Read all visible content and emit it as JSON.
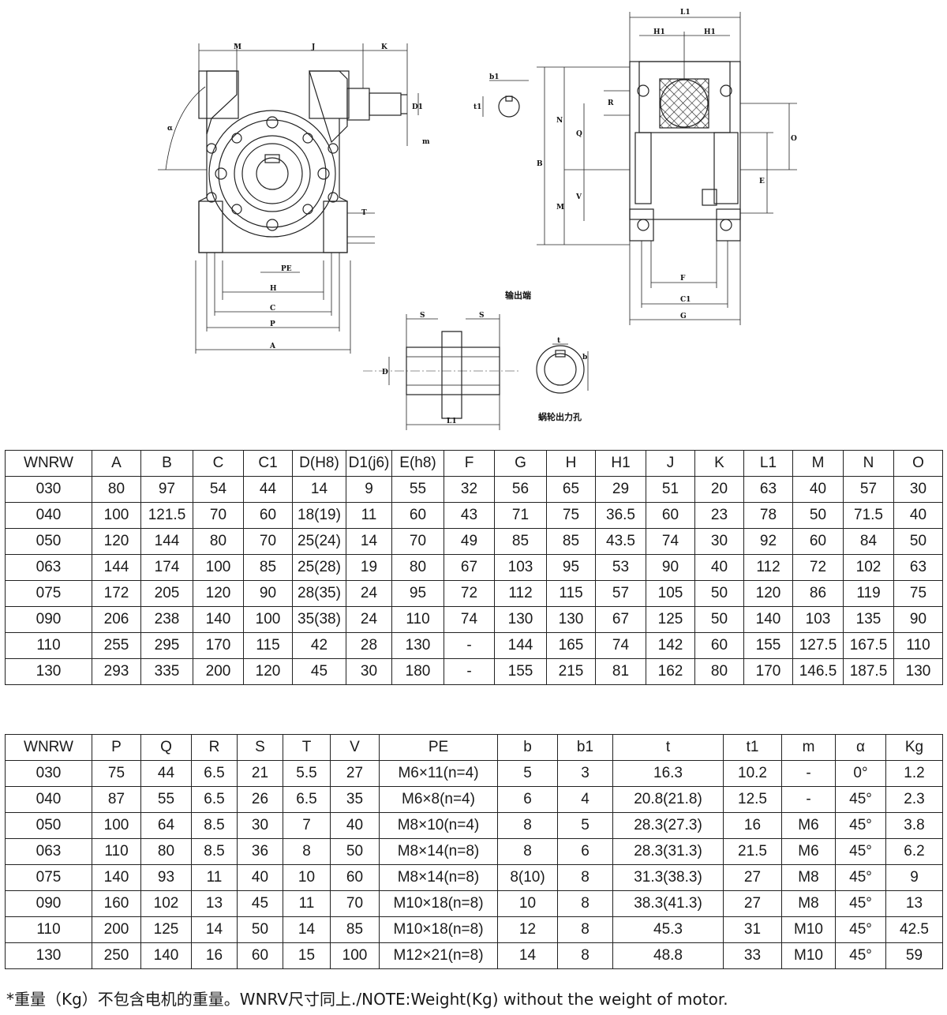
{
  "drawing": {
    "labels": {
      "M": "M",
      "J": "J",
      "K": "K",
      "D1": "D1",
      "m": "m",
      "alpha": "α",
      "T": "T",
      "PE": "PE",
      "H": "H",
      "C": "C",
      "P": "P",
      "A": "A",
      "b1": "b1",
      "t1": "t1",
      "L1": "L1",
      "H1a": "H1",
      "H1b": "H1",
      "R": "R",
      "N": "N",
      "Q": "Q",
      "B": "B",
      "V": "V",
      "M2": "M",
      "O": "O",
      "E": "E",
      "F": "F",
      "C1": "C1",
      "G": "G",
      "S1": "S",
      "S2": "S",
      "D": "D",
      "L1b": "L1",
      "t": "t",
      "b": "b"
    },
    "output_end_title": "输出端",
    "worm_hole_title": "蜗轮出力孔"
  },
  "table1": {
    "headers": [
      "WNRW",
      "A",
      "B",
      "C",
      "C1",
      "D(H8)",
      "D1(j6)",
      "E(h8)",
      "F",
      "G",
      "H",
      "H1",
      "J",
      "K",
      "L1",
      "M",
      "N",
      "O"
    ],
    "rows": [
      [
        "030",
        "80",
        "97",
        "54",
        "44",
        "14",
        "9",
        "55",
        "32",
        "56",
        "65",
        "29",
        "51",
        "20",
        "63",
        "40",
        "57",
        "30"
      ],
      [
        "040",
        "100",
        "121.5",
        "70",
        "60",
        "18(19)",
        "11",
        "60",
        "43",
        "71",
        "75",
        "36.5",
        "60",
        "23",
        "78",
        "50",
        "71.5",
        "40"
      ],
      [
        "050",
        "120",
        "144",
        "80",
        "70",
        "25(24)",
        "14",
        "70",
        "49",
        "85",
        "85",
        "43.5",
        "74",
        "30",
        "92",
        "60",
        "84",
        "50"
      ],
      [
        "063",
        "144",
        "174",
        "100",
        "85",
        "25(28)",
        "19",
        "80",
        "67",
        "103",
        "95",
        "53",
        "90",
        "40",
        "112",
        "72",
        "102",
        "63"
      ],
      [
        "075",
        "172",
        "205",
        "120",
        "90",
        "28(35)",
        "24",
        "95",
        "72",
        "112",
        "115",
        "57",
        "105",
        "50",
        "120",
        "86",
        "119",
        "75"
      ],
      [
        "090",
        "206",
        "238",
        "140",
        "100",
        "35(38)",
        "24",
        "110",
        "74",
        "130",
        "130",
        "67",
        "125",
        "50",
        "140",
        "103",
        "135",
        "90"
      ],
      [
        "110",
        "255",
        "295",
        "170",
        "115",
        "42",
        "28",
        "130",
        "-",
        "144",
        "165",
        "74",
        "142",
        "60",
        "155",
        "127.5",
        "167.5",
        "110"
      ],
      [
        "130",
        "293",
        "335",
        "200",
        "120",
        "45",
        "30",
        "180",
        "-",
        "155",
        "215",
        "81",
        "162",
        "80",
        "170",
        "146.5",
        "187.5",
        "130"
      ]
    ]
  },
  "table2": {
    "headers": [
      "WNRW",
      "P",
      "Q",
      "R",
      "S",
      "T",
      "V",
      "PE",
      "b",
      "b1",
      "t",
      "t1",
      "m",
      "α",
      "Kg"
    ],
    "rows": [
      [
        "030",
        "75",
        "44",
        "6.5",
        "21",
        "5.5",
        "27",
        "M6×11(n=4)",
        "5",
        "3",
        "16.3",
        "10.2",
        "-",
        "0°",
        "1.2"
      ],
      [
        "040",
        "87",
        "55",
        "6.5",
        "26",
        "6.5",
        "35",
        "M6×8(n=4)",
        "6",
        "4",
        "20.8(21.8)",
        "12.5",
        "-",
        "45°",
        "2.3"
      ],
      [
        "050",
        "100",
        "64",
        "8.5",
        "30",
        "7",
        "40",
        "M8×10(n=4)",
        "8",
        "5",
        "28.3(27.3)",
        "16",
        "M6",
        "45°",
        "3.8"
      ],
      [
        "063",
        "110",
        "80",
        "8.5",
        "36",
        "8",
        "50",
        "M8×14(n=8)",
        "8",
        "6",
        "28.3(31.3)",
        "21.5",
        "M6",
        "45°",
        "6.2"
      ],
      [
        "075",
        "140",
        "93",
        "11",
        "40",
        "10",
        "60",
        "M8×14(n=8)",
        "8(10)",
        "8",
        "31.3(38.3)",
        "27",
        "M8",
        "45°",
        "9"
      ],
      [
        "090",
        "160",
        "102",
        "13",
        "45",
        "11",
        "70",
        "M10×18(n=8)",
        "10",
        "8",
        "38.3(41.3)",
        "27",
        "M8",
        "45°",
        "13"
      ],
      [
        "110",
        "200",
        "125",
        "14",
        "50",
        "14",
        "85",
        "M10×18(n=8)",
        "12",
        "8",
        "45.3",
        "31",
        "M10",
        "45°",
        "42.5"
      ],
      [
        "130",
        "250",
        "140",
        "16",
        "60",
        "15",
        "100",
        "M12×21(n=8)",
        "14",
        "8",
        "48.8",
        "33",
        "M10",
        "45°",
        "59"
      ]
    ]
  },
  "note": "*重量（Kg）不包含电机的重量。WNRV尺寸同上./NOTE:Weight(Kg) without the weight of motor."
}
